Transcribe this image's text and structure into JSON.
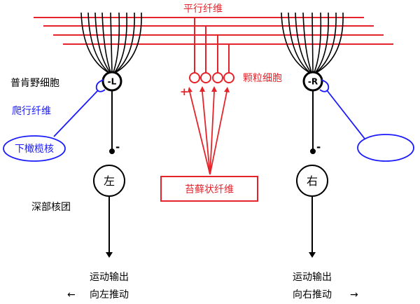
{
  "labels": {
    "parallel_fiber": "平行纤维",
    "granule_cell": "颗粒细胞",
    "purkinje_cell": "普肯野细胞",
    "climbing_fiber": "爬行纤维",
    "inferior_olive": "下橄榄核",
    "deep_nuclei": "深部核团",
    "mossy_fiber": "苔藓状纤维"
  },
  "purkinje": {
    "left": "-L",
    "right": "-R"
  },
  "nuclei": {
    "left": "左",
    "right": "右"
  },
  "signs": {
    "plus": "+",
    "left_minus": "-",
    "right_minus": "-"
  },
  "outputs": {
    "left_line1": "运动输出",
    "left_line2": "向左推动",
    "left_arrow": "←",
    "right_line1": "运动输出",
    "right_line2": "向右推动",
    "right_arrow": "→"
  },
  "colors": {
    "red": "#e5232a",
    "blue": "#1a1aff",
    "black": "#000000"
  }
}
